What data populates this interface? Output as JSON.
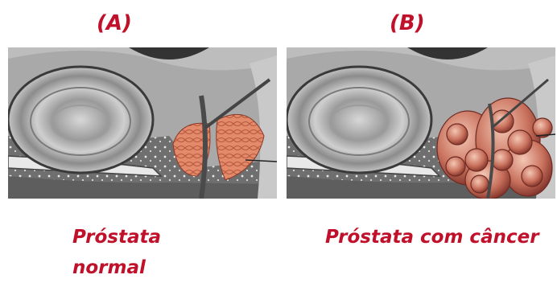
{
  "panels": [
    {
      "letter": "(A)",
      "caption_line1": "Próstata",
      "caption_line2": "normal"
    },
    {
      "letter": "(B)",
      "caption": "Próstata com câncer"
    }
  ],
  "colors": {
    "label_red": "#c0102a",
    "tissue_gray": "#8a8a8a",
    "prostate_normal": "#e28a6a",
    "prostate_cancer": "#c8705c"
  }
}
